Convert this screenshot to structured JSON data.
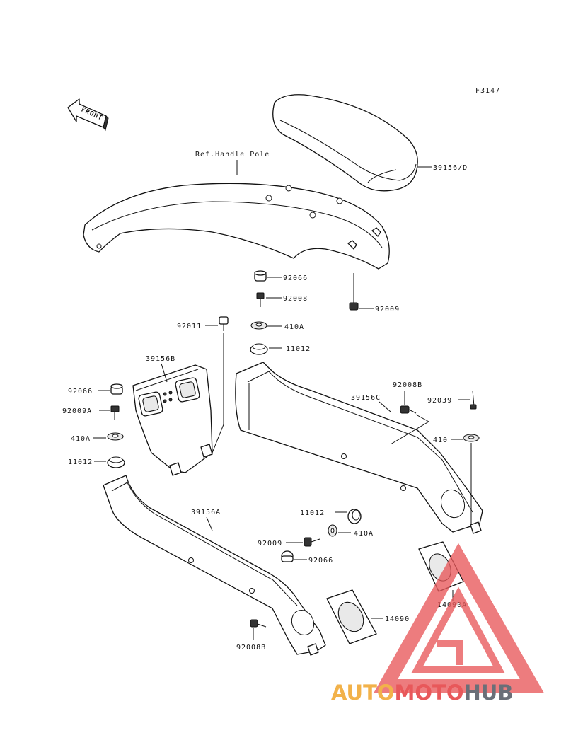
{
  "figure_id": "F3147",
  "front_label": "FRONT",
  "reference_note": "Ref.Handle Pole",
  "callouts": {
    "c39156D": "39156/D",
    "c92066_top": "92066",
    "c92008_top": "92008",
    "c92009_top": "92009",
    "c92011": "92011",
    "c410A_top": "410A",
    "c11012_top": "11012",
    "c39156B": "39156B",
    "c92066_left": "92066",
    "c92009A": "92009A",
    "c410A_left": "410A",
    "c11012_left": "11012",
    "c92008B_right": "92008B",
    "c39156C": "39156C",
    "c92039": "92039",
    "c410": "410",
    "c39156A": "39156A",
    "c11012_mid": "11012",
    "c92009_mid": "92009",
    "c410A_mid": "410A",
    "c92066_mid": "92066",
    "c14090A": "14090A",
    "c14090": "14090",
    "c92008B_bottom": "92008B"
  },
  "watermark": {
    "part1": "AUTO",
    "part2": "MOTO",
    "part3": "HUB",
    "colors": {
      "yellow": "#f2b24a",
      "red": "#e8585a",
      "gray": "#6a6f78"
    }
  }
}
